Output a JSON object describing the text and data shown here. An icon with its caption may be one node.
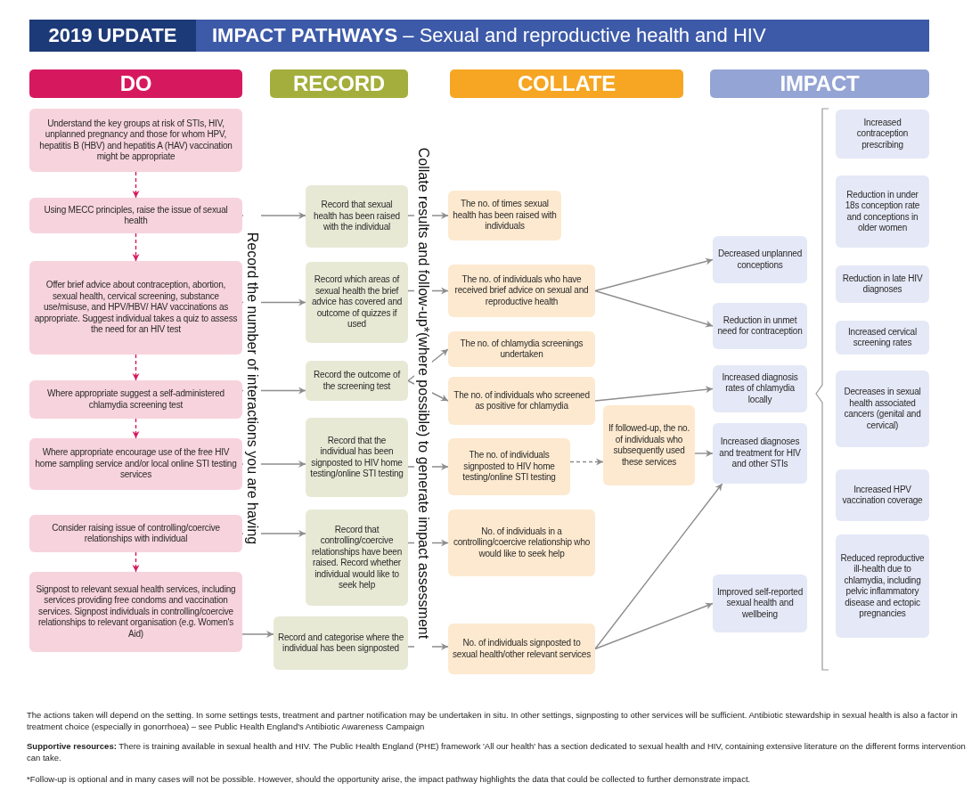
{
  "diagram": {
    "title": "**IMPACT PATHWAYS** – Sexual and reproductive health and HIV",
    "nodes": [
      {
        "text": [
          "DO"
        ]
      },
      {
        "text": [
          "RECORD"
        ]
      },
      {
        "text": [
          "COLLATE"
        ]
      },
      {
        "text": [
          "IMPACT"
        ]
      },
      {
        "text": [
          "Understand the key groups at risk of STIs, HIV, unplanned pregnancy and those for whom HPV, hepatitis B (HBV) and hepatitis A (HAV) vaccination might be appropriate"
        ]
      },
      {
        "text": [
          "Using MECC principles, raise the issue of sexual health"
        ]
      },
      {
        "text": [
          "Offer brief advice about contraception, abortion, sexual health, cervical screening, substance use/misuse, and HPV/HBV/ HAV vaccinations as appropriate. Suggest individual takes a quiz to assess the need for an HIV test"
        ]
      },
      {
        "text": [
          "Where appropriate suggest a self-administered chlamydia screening test"
        ]
      },
      {
        "text": [
          "Where appropriate encourage use of the free HIV home sampling service and/or local online STI testing services"
        ]
      },
      {
        "text": [
          "Consider raising issue of controlling/coercive relationships with individual"
        ]
      },
      {
        "text": [
          "Signpost to relevant sexual health services, including services providing free condoms and vaccination services. Signpost individuals in controlling/coercive relationships to relevant organisation (e.g. Women's Aid)"
        ]
      },
      {
        "text": [
          "Record that sexual health has been raised with the individual"
        ]
      },
      {
        "text": [
          "Record which areas of sexual health the brief advice has covered and outcome of quizzes if used"
        ]
      },
      {
        "text": [
          "Record the outcome of the screening test"
        ]
      },
      {
        "text": [
          "Record that the individual has been signposted to HIV home testing/online STI testing"
        ]
      },
      {
        "text": [
          "Record that controlling/coercive relationships have been raised. Record whether individual would like to seek help"
        ]
      },
      {
        "text": [
          "Record and categorise where the individual has been signposted"
        ]
      },
      {
        "text": [
          "The no. of times sexual health has been raised with individuals"
        ]
      },
      {
        "text": [
          "The no. of individuals who have received brief advice on sexual and reproductive health"
        ]
      },
      {
        "text": [
          "The no. of chlamydia screenings undertaken"
        ]
      },
      {
        "text": [
          "The no. of individuals who screened as positive for chlamydia"
        ]
      },
      {
        "text": [
          "The no. of individuals signposted to HIV home testing/online STI testing"
        ]
      },
      {
        "text": [
          "No. of individuals in a controlling/coercive relationship who would like to seek help"
        ]
      },
      {
        "text": [
          "No. of individuals signposted to sexual health/other relevant services"
        ]
      },
      {
        "text": [
          "If followed-up, the no. of individuals who subsequently used these services"
        ]
      },
      {
        "text": [
          "Decreased unplanned conceptions"
        ]
      },
      {
        "text": [
          "Reduction in unmet need for contraception"
        ]
      },
      {
        "text": [
          "Increased diagnosis rates of chlamydia locally"
        ]
      },
      {
        "text": [
          "Increased diagnoses and treatment for HIV and other STIs"
        ]
      },
      {
        "text": [
          "Improved self-reported sexual health and wellbeing"
        ]
      },
      {
        "text": [
          "Increased contraception prescribing"
        ]
      },
      {
        "text": [
          "Reduction in under 18s conception rate and conceptions in older women"
        ]
      },
      {
        "text": [
          "Reduction in late HIV diagnoses"
        ]
      },
      {
        "text": [
          "Increased cervical screening rates"
        ]
      },
      {
        "text": [
          "Decreases in sexual health associated cancers (genital and cervical)"
        ]
      },
      {
        "text": [
          "Increased HPV vaccination coverage"
        ]
      },
      {
        "text": [
          "Reduced reproductive ill-health due to chlamydia, including pelvic inflammatory disease and ectopic pregnancies"
        ]
      }
    ],
    "edges": [
      {
        "from": 4,
        "to": 5,
        "arrow": "to",
        "style": "dashed",
        "color": "#d6195f"
      },
      {
        "from": 5,
        "to": 6,
        "arrow": "to",
        "style": "dashed",
        "color": "#d6195f"
      },
      {
        "from": 6,
        "to": 7,
        "arrow": "to",
        "style": "dashed",
        "color": "#d6195f"
      },
      {
        "from": 7,
        "to": 8,
        "arrow": "to",
        "style": "dashed",
        "color": "#d6195f"
      },
      {
        "from": 9,
        "to": 10,
        "arrow": "to",
        "style": "dashed",
        "color": "#d6195f"
      },
      {
        "from": 5,
        "to": 11,
        "arrow": "to"
      },
      {
        "from": 6,
        "to": 12,
        "arrow": "to"
      },
      {
        "from": 7,
        "to": 13,
        "arrow": "to"
      },
      {
        "from": 8,
        "to": 14,
        "arrow": "to"
      },
      {
        "from": 9,
        "to": 15,
        "arrow": "to"
      },
      {
        "from": 10,
        "to": 16,
        "arrow": "to"
      },
      {
        "from": 11,
        "to": 17,
        "arrow": "to"
      },
      {
        "from": 12,
        "to": 18,
        "arrow": "to"
      },
      {
        "from": 13,
        "to": 19,
        "arrow": "to"
      },
      {
        "from": 13,
        "to": 20,
        "arrow": "to"
      },
      {
        "from": 14,
        "to": 21,
        "arrow": "to"
      },
      {
        "from": 15,
        "to": 22,
        "arrow": "to"
      },
      {
        "from": 16,
        "to": 23,
        "arrow": "to"
      },
      {
        "from": 18,
        "to": 25,
        "arrow": "to"
      },
      {
        "from": 18,
        "to": 26,
        "arrow": "to"
      },
      {
        "from": 20,
        "to": 27,
        "arrow": "to"
      },
      {
        "from": 21,
        "to": 24,
        "arrow": "to",
        "style": "dashed"
      },
      {
        "from": 24,
        "to": 28,
        "arrow": "to"
      },
      {
        "from": 23,
        "to": 28,
        "arrow": "to"
      },
      {
        "from": 23,
        "to": 29,
        "arrow": "to"
      }
    ],
    "labels": [
      "2019 UPDATE",
      "Record the number of interactions you are having",
      "Collate results and follow-up*(where possible) to generate impact assessment",
      "The actions taken will depend on the setting. In some settings tests, treatment and partner notification may be undertaken in situ. In other settings, signposting to other services will be sufficient. Antibiotic stewardship in sexual health is also a factor in treatment choice (especially in gonorrhoea) – see Public Health England's Antibiotic Awareness Campaign",
      "**Supportive resources:** There is training available in sexual health and HIV. The Public Health England (PHE) framework 'All our health' has a section dedicated to sexual health and HIV, containing extensive literature on the different forms intervention can take.",
      "*Follow-up is optional and in many cases will not be possible. However, should the opportunity arise, the impact pathway highlights the data that could be collected to further demonstrate impact."
    ]
  }
}
